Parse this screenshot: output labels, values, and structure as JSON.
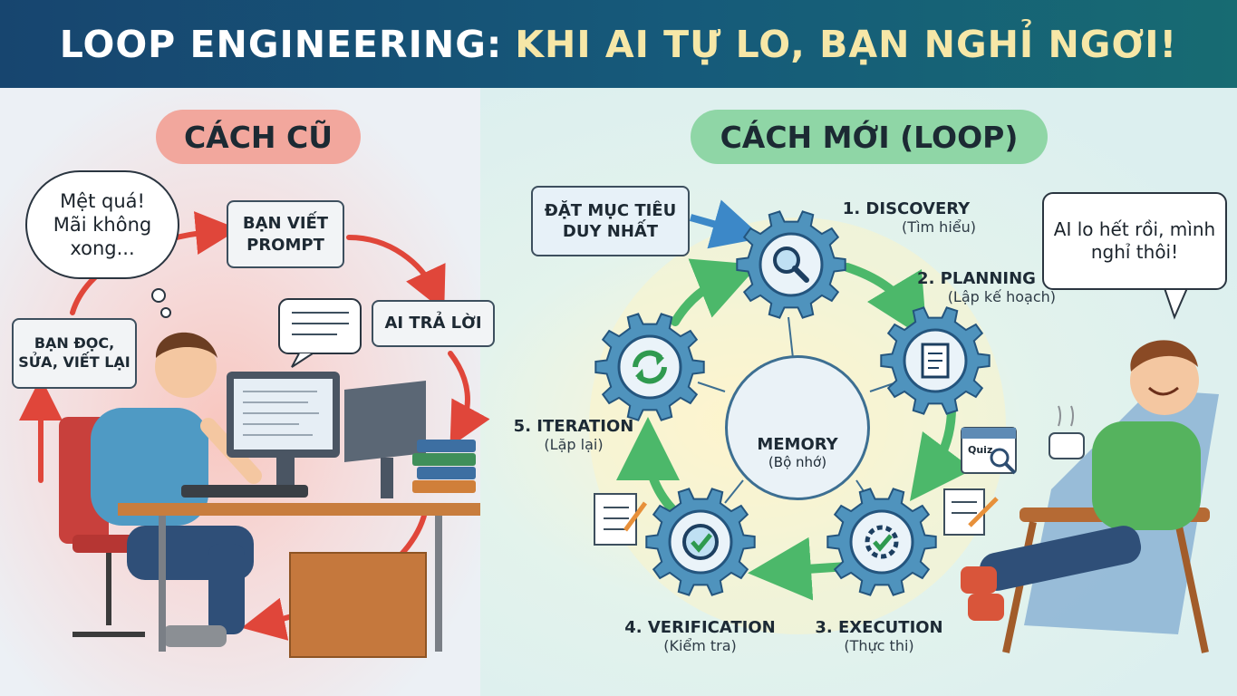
{
  "header": {
    "title_part1": "LOOP ENGINEERING:",
    "title_part2": "KHI AI TỰ LO, BẠN NGHỈ NGƠI!"
  },
  "old_way": {
    "heading": "CÁCH CŨ",
    "thought_bubble": "Mệt quá! Mãi không xong...",
    "steps": [
      "BẠN VIẾT PROMPT",
      "AI TRẢ LỜI",
      "BẠN ĐỌC, SỬA, VIẾT LẠI"
    ]
  },
  "new_way": {
    "heading": "CÁCH MỚI (LOOP)",
    "goal": "ĐẶT MỤC TIÊU DUY NHẤT",
    "speech_bubble": "AI lo hết rồi, mình nghỉ thôi!",
    "center": {
      "name": "MEMORY",
      "sub": "(Bộ nhớ)"
    },
    "stages": [
      {
        "name": "1. DISCOVERY",
        "sub": "(Tìm hiểu)",
        "icon": "magnifier-icon"
      },
      {
        "name": "2. PLANNING",
        "sub": "(Lập kế hoạch)",
        "icon": "clipboard-icon"
      },
      {
        "name": "3. EXECUTION",
        "sub": "(Thực thi)",
        "icon": "gear-check-icon"
      },
      {
        "name": "4. VERIFICATION",
        "sub": "(Kiểm tra)",
        "icon": "check-circle-icon"
      },
      {
        "name": "5. ITERATION",
        "sub": "(Lặp lại)",
        "icon": "refresh-icon"
      }
    ],
    "side_card": "Quiz"
  },
  "colors": {
    "header_bg": "#17456f",
    "old_accent": "#f2a79d",
    "new_accent": "#8fd6a6",
    "arrow_red": "#e0463a",
    "arrow_green": "#4cb86a",
    "gear_blue": "#4f93bd"
  }
}
